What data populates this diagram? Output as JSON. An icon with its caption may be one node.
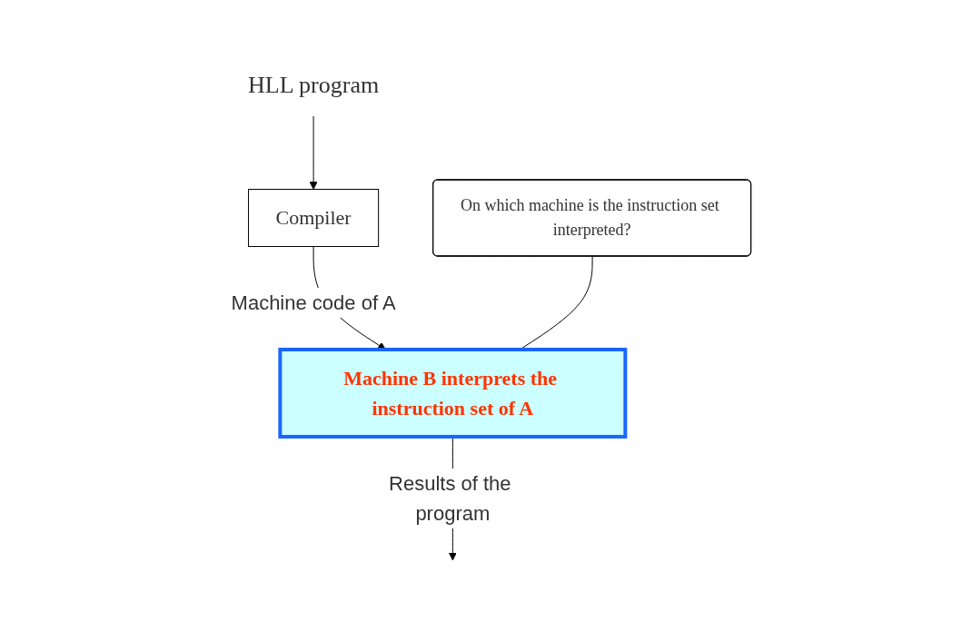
{
  "diagram": {
    "nodes": [
      {
        "text": [
          "HLL program"
        ]
      },
      {
        "text": [
          "Compiler"
        ]
      },
      {
        "text": [
          "Machine B interprets the instruction set of A"
        ]
      },
      {
        "text": [
          "On which machine is the instruction set interpreted?"
        ]
      }
    ],
    "edges": [
      {
        "from": 0,
        "to": 1,
        "arrow": "to"
      },
      {
        "from": 1,
        "to": 2,
        "arrow": "to",
        "label": "Machine code of A"
      },
      {
        "from": 2,
        "to": null,
        "arrow": "to",
        "label": "Results of the program"
      },
      {
        "from": 3,
        "to": 2,
        "arrow": "none"
      }
    ]
  }
}
